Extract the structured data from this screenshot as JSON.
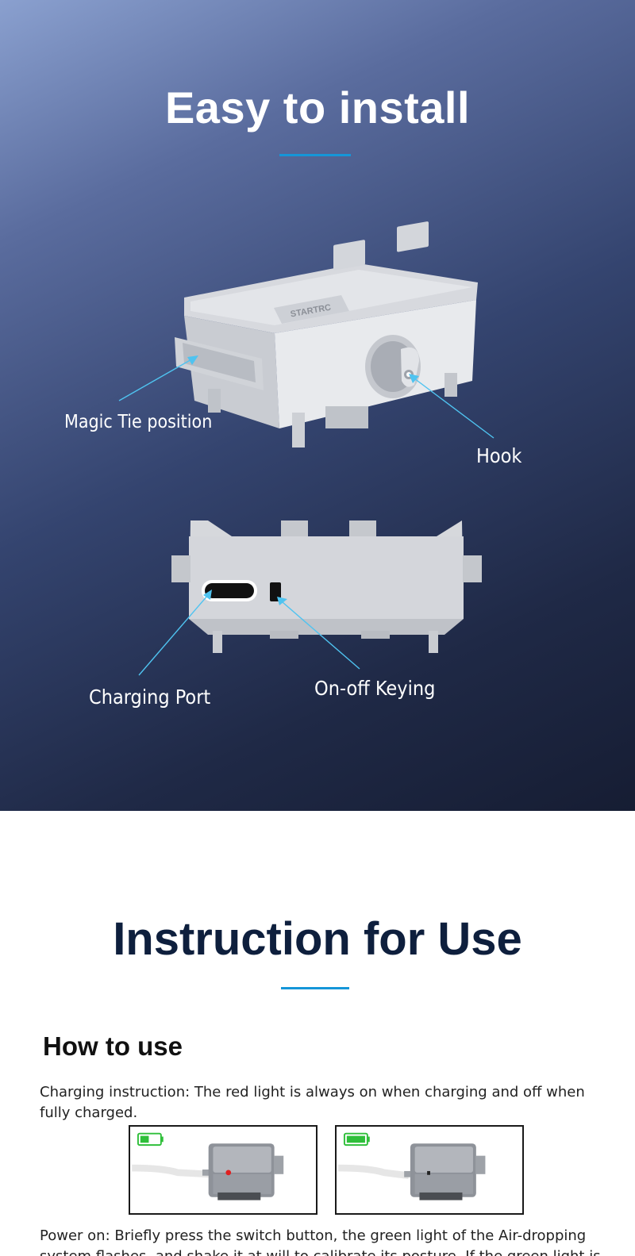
{
  "hero": {
    "title": "Easy to install",
    "accent_color": "#1596d8",
    "callouts": {
      "magic_tie": "Magic Tie position",
      "hook": "Hook",
      "charging_port": "Charging Port",
      "on_off": "On-off Keying"
    },
    "device_brand": "STARTRC"
  },
  "instructions": {
    "title": "Instruction for Use",
    "subheading": "How to use",
    "charging_text": "Charging instruction: The red light is always on when charging and off when fully charged.",
    "power_text": "Power on: Briefly press the switch button, the green light of the Air-dropping system flashes, and shake it at will to calibrate its posture. If the green light is",
    "photos": [
      {
        "battery_icon": "battery-charging-icon",
        "light_color": "#e02020"
      },
      {
        "battery_icon": "battery-full-icon",
        "light_color": "#222222"
      }
    ]
  }
}
